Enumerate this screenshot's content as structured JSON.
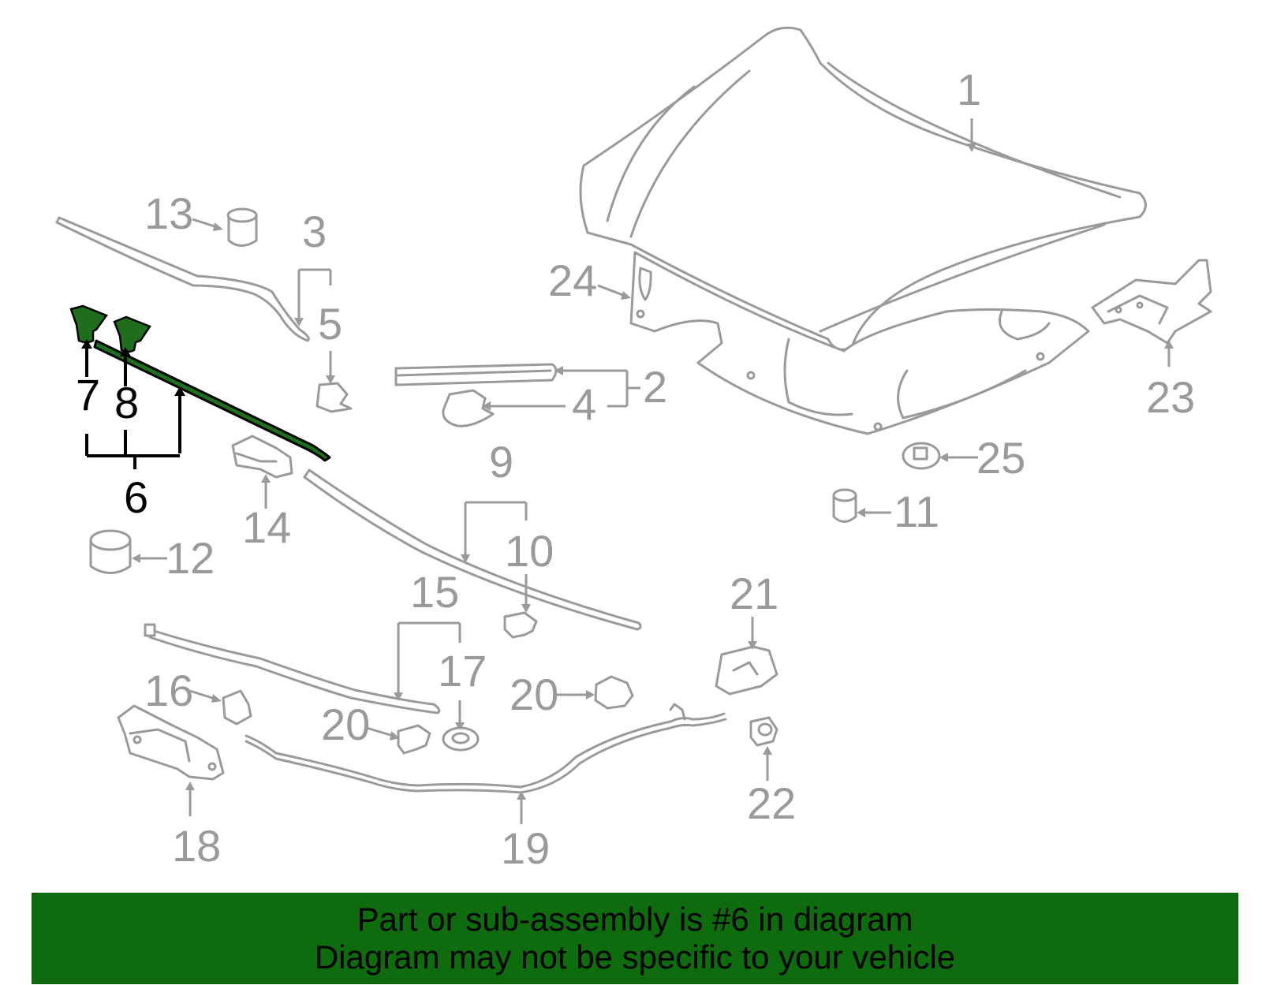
{
  "diagram": {
    "callouts": [
      "1",
      "2",
      "3",
      "4",
      "5",
      "6",
      "7",
      "8",
      "9",
      "10",
      "11",
      "12",
      "13",
      "14",
      "15",
      "16",
      "17",
      "18",
      "19",
      "20",
      "20",
      "21",
      "22",
      "23",
      "24",
      "25"
    ],
    "highlighted_callouts": [
      "6",
      "7",
      "8"
    ],
    "colors": {
      "part_outline": "#9a9a9a",
      "highlight_fill": "#1e6e1e",
      "highlight_lines": "#000000",
      "banner_background": "#0e6b0e"
    }
  },
  "banner": {
    "line1": "Part or sub-assembly is #6 in diagram",
    "line2": "Diagram may not be specific to your vehicle"
  }
}
